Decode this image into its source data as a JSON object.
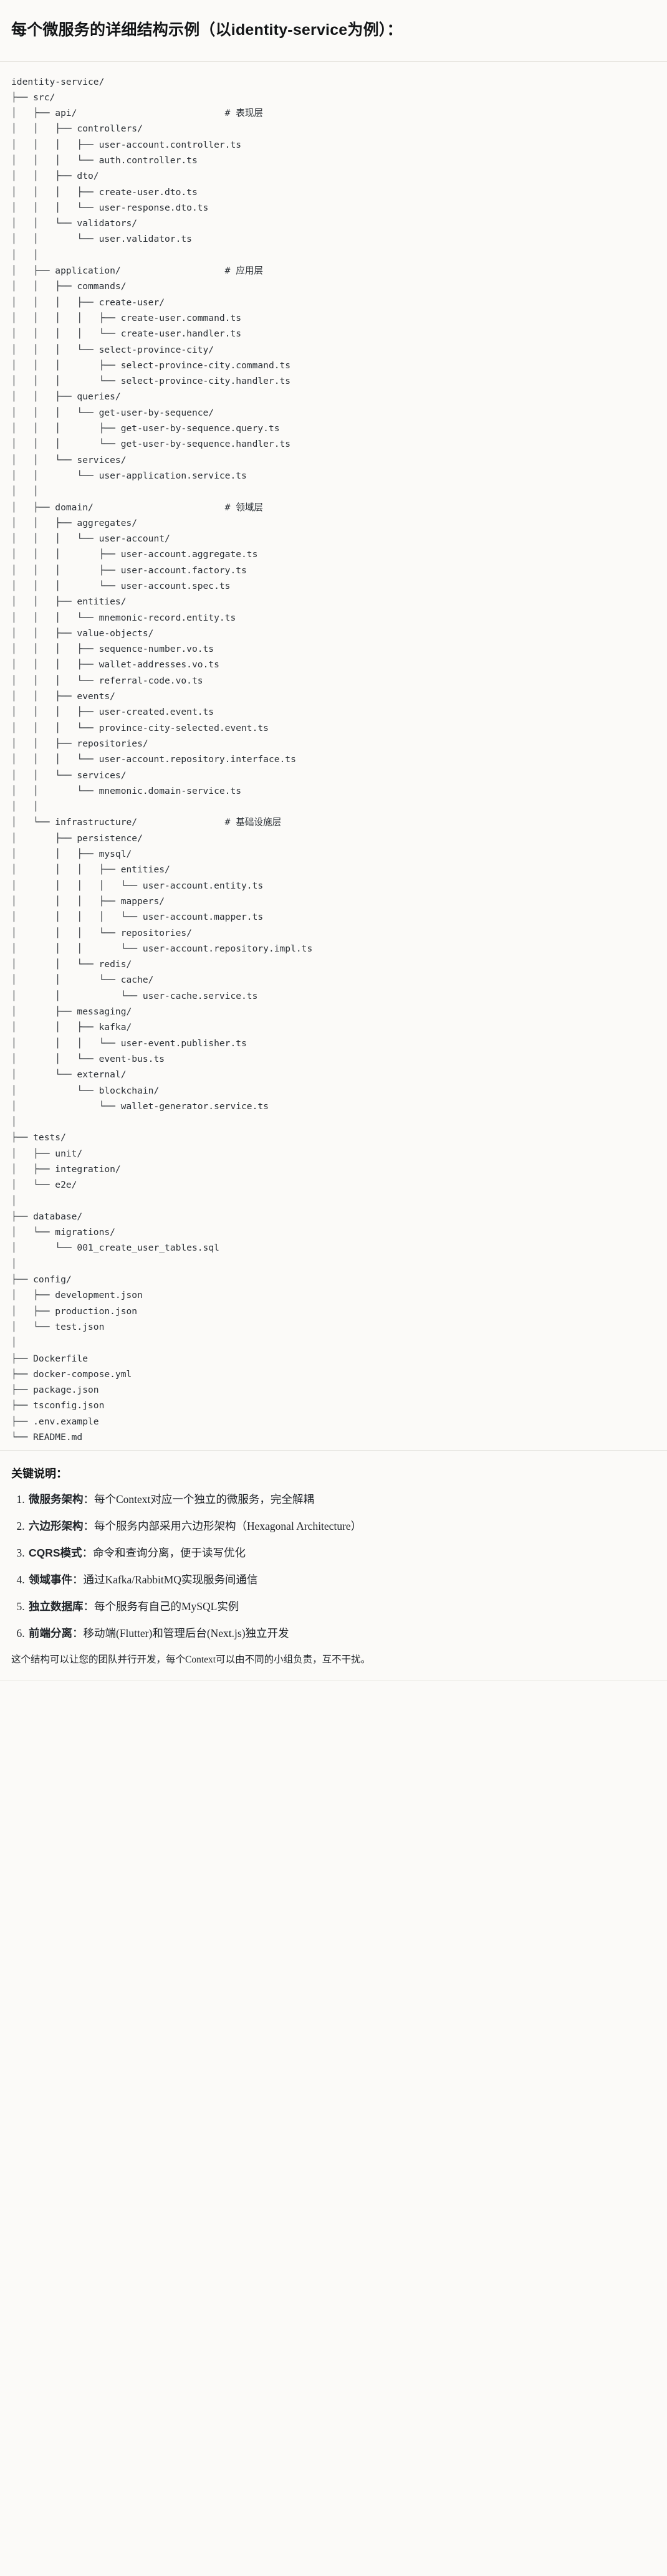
{
  "document": {
    "title": "每个微服务的详细结构示例（以identity-service为例）：",
    "keypoints_heading": "关键说明：",
    "closing_note": "这个结构可以让您的团队并行开发，每个Context可以由不同的小组负责，互不干扰。"
  },
  "tree": {
    "root": "identity-service/",
    "lines": [
      "identity-service/",
      "├── src/",
      "│   ├── api/                           # 表现层",
      "│   │   ├── controllers/",
      "│   │   │   ├── user-account.controller.ts",
      "│   │   │   └── auth.controller.ts",
      "│   │   ├── dto/",
      "│   │   │   ├── create-user.dto.ts",
      "│   │   │   └── user-response.dto.ts",
      "│   │   └── validators/",
      "│   │       └── user.validator.ts",
      "│   │",
      "│   ├── application/                   # 应用层",
      "│   │   ├── commands/",
      "│   │   │   ├── create-user/",
      "│   │   │   │   ├── create-user.command.ts",
      "│   │   │   │   └── create-user.handler.ts",
      "│   │   │   └── select-province-city/",
      "│   │   │       ├── select-province-city.command.ts",
      "│   │   │       └── select-province-city.handler.ts",
      "│   │   ├── queries/",
      "│   │   │   └── get-user-by-sequence/",
      "│   │   │       ├── get-user-by-sequence.query.ts",
      "│   │   │       └── get-user-by-sequence.handler.ts",
      "│   │   └── services/",
      "│   │       └── user-application.service.ts",
      "│   │",
      "│   ├── domain/                        # 领域层",
      "│   │   ├── aggregates/",
      "│   │   │   └── user-account/",
      "│   │   │       ├── user-account.aggregate.ts",
      "│   │   │       ├── user-account.factory.ts",
      "│   │   │       └── user-account.spec.ts",
      "│   │   ├── entities/",
      "│   │   │   └── mnemonic-record.entity.ts",
      "│   │   ├── value-objects/",
      "│   │   │   ├── sequence-number.vo.ts",
      "│   │   │   ├── wallet-addresses.vo.ts",
      "│   │   │   └── referral-code.vo.ts",
      "│   │   ├── events/",
      "│   │   │   ├── user-created.event.ts",
      "│   │   │   └── province-city-selected.event.ts",
      "│   │   ├── repositories/",
      "│   │   │   └── user-account.repository.interface.ts",
      "│   │   └── services/",
      "│   │       └── mnemonic.domain-service.ts",
      "│   │",
      "│   └── infrastructure/                # 基础设施层",
      "│       ├── persistence/",
      "│       │   ├── mysql/",
      "│       │   │   ├── entities/",
      "│       │   │   │   └── user-account.entity.ts",
      "│       │   │   ├── mappers/",
      "│       │   │   │   └── user-account.mapper.ts",
      "│       │   │   └── repositories/",
      "│       │   │       └── user-account.repository.impl.ts",
      "│       │   └── redis/",
      "│       │       └── cache/",
      "│       │           └── user-cache.service.ts",
      "│       ├── messaging/",
      "│       │   ├── kafka/",
      "│       │   │   └── user-event.publisher.ts",
      "│       │   └── event-bus.ts",
      "│       └── external/",
      "│           └── blockchain/",
      "│               └── wallet-generator.service.ts",
      "│",
      "├── tests/",
      "│   ├── unit/",
      "│   ├── integration/",
      "│   └── e2e/",
      "│",
      "├── database/",
      "│   └── migrations/",
      "│       └── 001_create_user_tables.sql",
      "│",
      "├── config/",
      "│   ├── development.json",
      "│   ├── production.json",
      "│   └── test.json",
      "│",
      "├── Dockerfile",
      "├── docker-compose.yml",
      "├── package.json",
      "├── tsconfig.json",
      "├── .env.example",
      "└── README.md"
    ],
    "layer_comments": [
      {
        "path": "api/",
        "comment": "# 表现层"
      },
      {
        "path": "application/",
        "comment": "# 应用层"
      },
      {
        "path": "domain/",
        "comment": "# 领域层"
      },
      {
        "path": "infrastructure/",
        "comment": "# 基础设施层"
      }
    ]
  },
  "keypoints": [
    {
      "index": "1.",
      "term": "微服务架构",
      "sep": "：",
      "desc": "每个Context对应一个独立的微服务，完全解耦"
    },
    {
      "index": "2.",
      "term": "六边形架构",
      "sep": "：",
      "desc": "每个服务内部采用六边形架构（Hexagonal Architecture）"
    },
    {
      "index": "3.",
      "term": "CQRS模式",
      "sep": "：",
      "desc": "命令和查询分离，便于读写优化"
    },
    {
      "index": "4.",
      "term": "领域事件",
      "sep": "：",
      "desc": "通过Kafka/RabbitMQ实现服务间通信"
    },
    {
      "index": "5.",
      "term": "独立数据库",
      "sep": "：",
      "desc": "每个服务有自己的MySQL实例"
    },
    {
      "index": "6.",
      "term": "前端分离",
      "sep": "：",
      "desc": "移动端(Flutter)和管理后台(Next.js)独立开发"
    }
  ],
  "colors": {
    "background": "#fbfaf8",
    "text": "#1f2328",
    "code_text": "#2b3036",
    "rule": "#e4e2dd"
  }
}
